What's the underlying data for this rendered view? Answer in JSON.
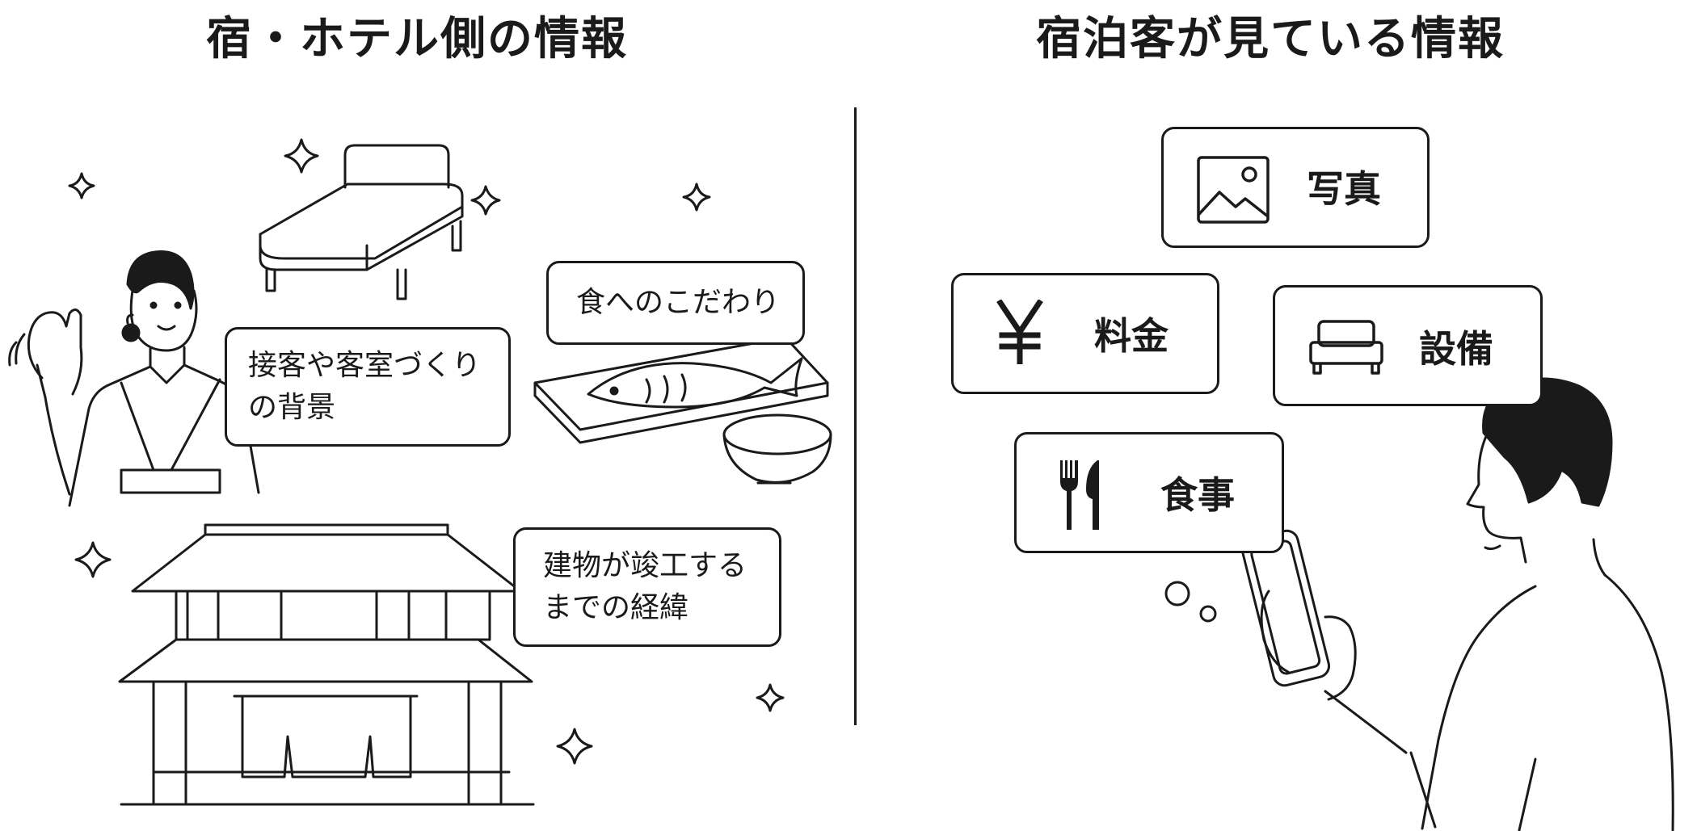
{
  "headings": {
    "left": "宿・ホテル側の情報",
    "right": "宿泊客が見ている情報"
  },
  "hotel_side": {
    "hospitality_card": "接客や客室づくりの背景",
    "food_card": "食へのこだわり",
    "building_card": "建物が竣工するまでの経緯"
  },
  "guest_side": {
    "photo_card": {
      "label": "写真",
      "icon": "image-icon"
    },
    "price_card": {
      "label": "料金",
      "icon": "yen-icon"
    },
    "facility_card": {
      "label": "設備",
      "icon": "bed-icon"
    },
    "meal_card": {
      "label": "食事",
      "icon": "fork-knife-icon"
    }
  },
  "colors": {
    "line": "#1a1a1a",
    "background": "#ffffff"
  }
}
